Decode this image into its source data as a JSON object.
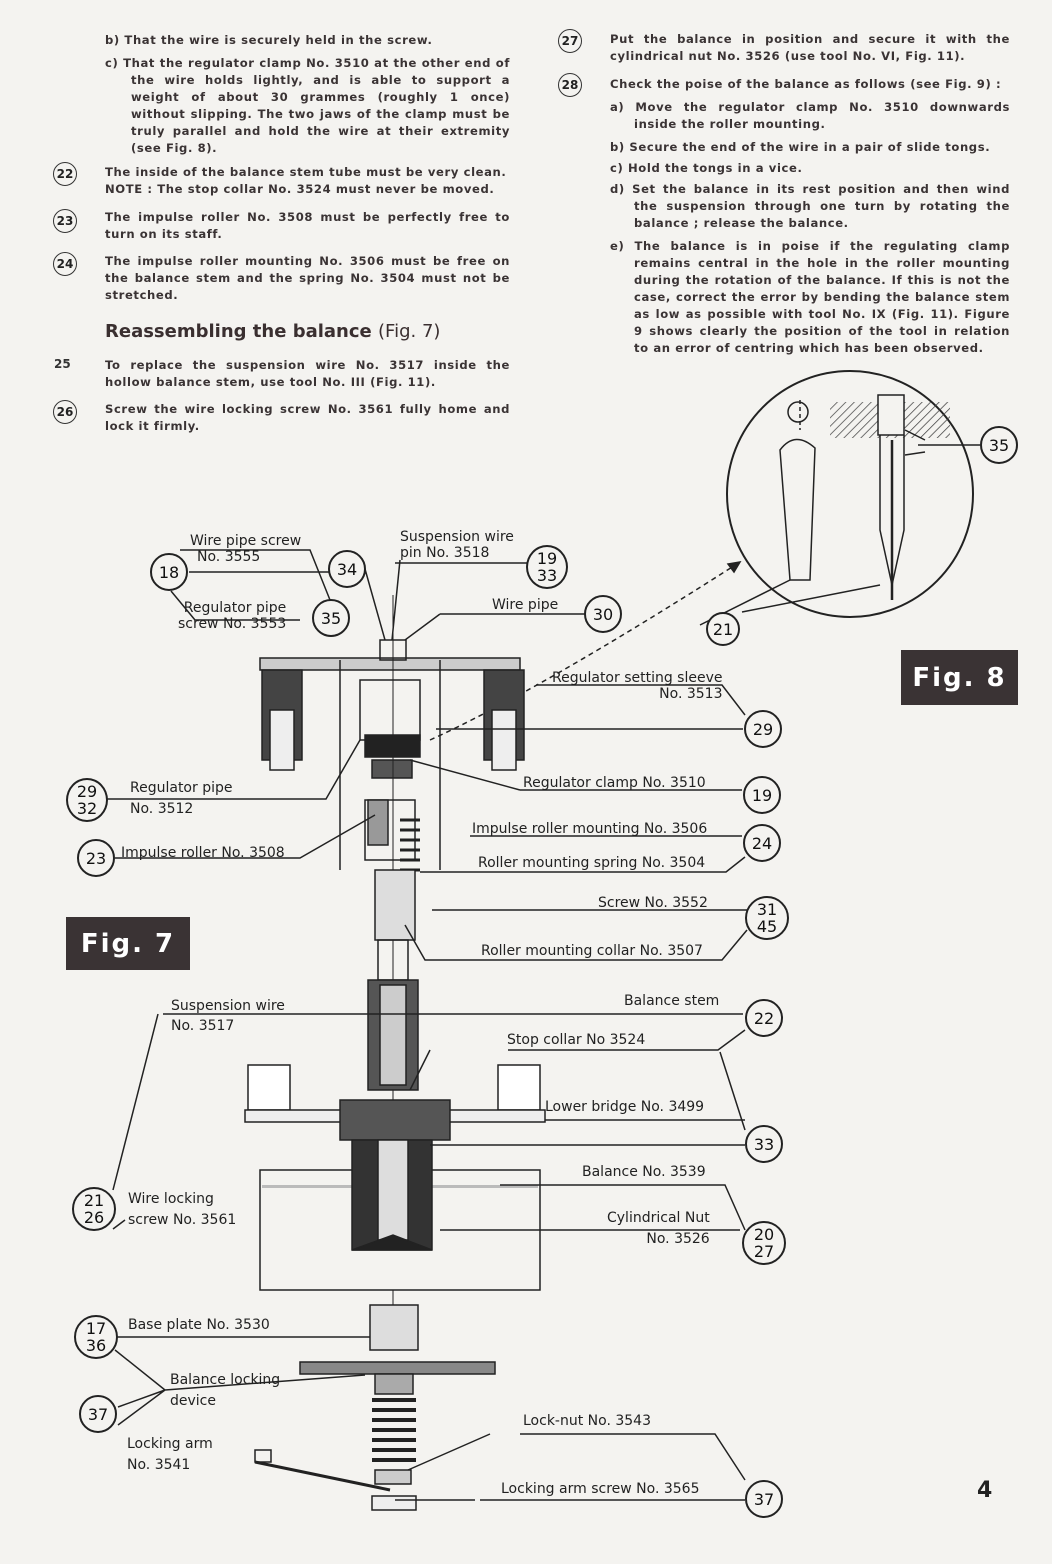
{
  "left_column": {
    "b": "b) That the wire is securely held in the screw.",
    "c": "c) That the regulator clamp No. 3510 at the other end of the wire holds lightly, and is able to support a weight of about 30 grammes (roughly 1 once) without slipping. The two jaws of the clamp must be truly parallel and hold the wire at their extremity (see Fig. 8).",
    "items": [
      {
        "num": "22",
        "text": "The inside of the balance stem tube must be very clean.",
        "note": "NOTE : The stop collar No. 3524 must never be moved."
      },
      {
        "num": "23",
        "text": "The impulse roller No. 3508 must be perfectly free to turn on its staff."
      },
      {
        "num": "24",
        "text": "The impulse roller mounting No. 3506 must be free on the balance stem and the spring No. 3504 must not be stretched."
      }
    ],
    "heading": "Reassembling the balance",
    "heading_ref": "(Fig. 7)",
    "items2": [
      {
        "num": "25",
        "text": "To replace the suspension wire No. 3517 inside the hollow balance stem, use tool No. III (Fig. 11)."
      },
      {
        "num": "26",
        "text": "Screw the wire locking screw No. 3561 fully home and lock it firmly."
      }
    ]
  },
  "right_column": {
    "items": [
      {
        "num": "27",
        "text": "Put the balance in position and secure it with the cylindrical nut No. 3526 (use tool No. VI, Fig. 11)."
      },
      {
        "num": "28",
        "text": "Check the poise of the balance as follows (see Fig. 9) :"
      }
    ],
    "steps": [
      "a) Move the regulator clamp No. 3510 downwards inside the roller mounting.",
      "b) Secure the end of the wire in a pair of slide tongs.",
      "c) Hold the tongs in a vice.",
      "d) Set the balance in its rest position and then wind the suspension through one turn by rotating the balance ; release the balance.",
      "e) The balance is in poise if the regulating clamp remains central in the hole in the roller mounting during the rotation of the balance. If this is not the case, correct the error by bending the balance stem as low as possible with tool No. IX (Fig. 11). Figure 9 shows clearly the position of the tool in relation to an error of centring which has been observed."
    ]
  },
  "figures": {
    "fig7": "Fig. 7",
    "fig8": "Fig. 8"
  },
  "labels": {
    "wire_pipe_screw": [
      "Wire pipe screw",
      "No. 3555"
    ],
    "susp_pin": [
      "Suspension wire",
      "pin No. 3518"
    ],
    "reg_pipe_screw": [
      "Regulator pipe",
      "screw No. 3553"
    ],
    "wire_pipe": "Wire pipe",
    "reg_sleeve": [
      "Regulator setting sleeve",
      "No. 3513"
    ],
    "reg_clamp": "Regulator clamp No. 3510",
    "reg_pipe": [
      "Regulator pipe",
      "No. 3512"
    ],
    "imp_mount": "Impulse roller mounting No. 3506",
    "imp_roller": "Impulse roller No. 3508",
    "roller_spring": "Roller mounting spring No. 3504",
    "screw": "Screw No. 3552",
    "roller_collar": "Roller mounting collar No. 3507",
    "susp_wire": [
      "Suspension wire",
      "No. 3517"
    ],
    "balance_stem": "Balance stem",
    "stop_collar": "Stop collar No 3524",
    "lower_bridge": "Lower bridge No. 3499",
    "balance": "Balance No. 3539",
    "wire_lock": [
      "Wire locking",
      "screw No. 3561"
    ],
    "cyl_nut": [
      "Cylindrical Nut",
      "No. 3526"
    ],
    "base_plate": "Base plate No. 3530",
    "bal_lock": [
      "Balance locking",
      "device"
    ],
    "lock_arm": [
      "Locking arm",
      "No. 3541"
    ],
    "lock_nut": "Lock-nut No. 3543",
    "lock_arm_screw": "Locking arm screw No. 3565"
  },
  "callouts": [
    [
      "18"
    ],
    [
      "34"
    ],
    [
      "19",
      "33"
    ],
    [
      "35"
    ],
    [
      "30"
    ],
    [
      "35"
    ],
    [
      "21"
    ],
    [
      "29"
    ],
    [
      "29",
      "32"
    ],
    [
      "19"
    ],
    [
      "23"
    ],
    [
      "24"
    ],
    [
      "31",
      "45"
    ],
    [
      "22"
    ],
    [
      "33"
    ],
    [
      "21",
      "26"
    ],
    [
      "20",
      "27"
    ],
    [
      "17",
      "36"
    ],
    [
      "37"
    ],
    [
      "37"
    ]
  ],
  "page_number": "4"
}
